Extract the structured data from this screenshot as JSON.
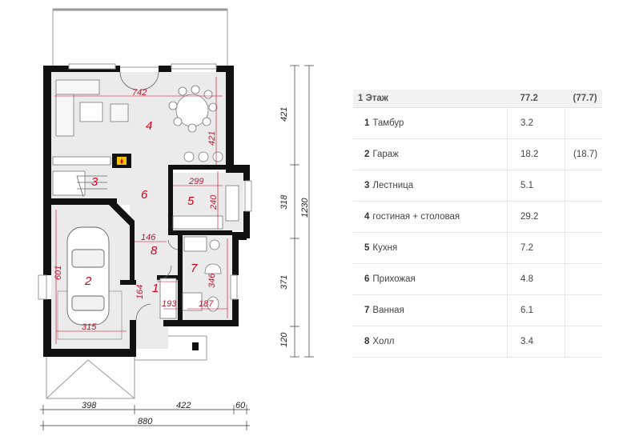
{
  "plan": {
    "room_numbers": [
      "1",
      "2",
      "3",
      "4",
      "5",
      "6",
      "7",
      "8"
    ],
    "dimensions_inner": [
      "742",
      "421",
      "299",
      "240",
      "146",
      "164",
      "193",
      "187",
      "346",
      "601",
      "315"
    ],
    "dimensions_outer": [
      "421",
      "318",
      "371",
      "120",
      "1230",
      "398",
      "422",
      "60",
      "880"
    ]
  },
  "colors": {
    "wall": "#111111",
    "floor": "#ebebeb",
    "accent": "#d0021b",
    "fire": "#f5c400"
  },
  "area_table": {
    "header": {
      "title": "1 Этаж",
      "area": "77.2",
      "alt": "(77.7)"
    },
    "rows": [
      {
        "num": "1",
        "name": "Тамбур",
        "area": "3.2",
        "alt": ""
      },
      {
        "num": "2",
        "name": "Гараж",
        "area": "18.2",
        "alt": "(18.7)"
      },
      {
        "num": "3",
        "name": "Лестница",
        "area": "5.1",
        "alt": ""
      },
      {
        "num": "4",
        "name": "гостиная + столовая",
        "area": "29.2",
        "alt": ""
      },
      {
        "num": "5",
        "name": "Кухня",
        "area": "7.2",
        "alt": ""
      },
      {
        "num": "6",
        "name": "Прихожая",
        "area": "4.8",
        "alt": ""
      },
      {
        "num": "7",
        "name": "Ванная",
        "area": "6.1",
        "alt": ""
      },
      {
        "num": "8",
        "name": "Холл",
        "area": "3.4",
        "alt": ""
      }
    ]
  }
}
